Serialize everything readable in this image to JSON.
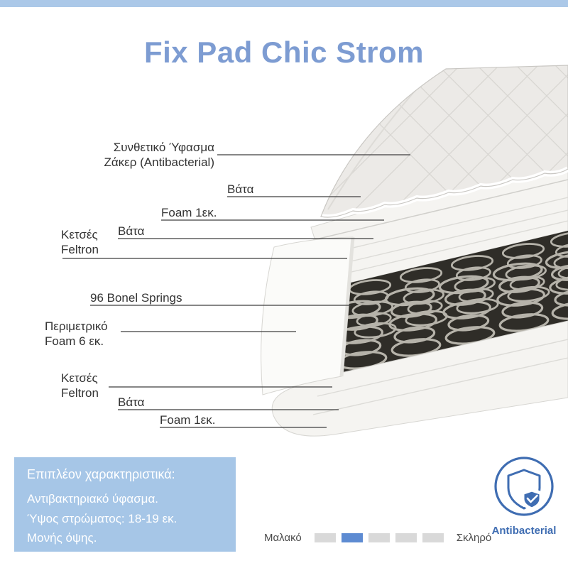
{
  "page": {
    "title": "Fix Pad Chic Strom"
  },
  "callouts": {
    "fabric": {
      "label": "Συνθετικό Ύφασμα\nΖάκερ (Antibacterial)"
    },
    "vata_top": {
      "label": "Βάτα"
    },
    "foam_top": {
      "label": "Foam 1εκ."
    },
    "vata_mid": {
      "label": "Βάτα"
    },
    "feltron_top": {
      "label": "Κετσές\nFeltron"
    },
    "springs": {
      "label": "96 Bonel Springs"
    },
    "perimeter_foam": {
      "label": "Περιμετρικό\nFoam 6 εκ."
    },
    "feltron_bottom": {
      "label": "Κετσές\nFeltron"
    },
    "vata_bottom": {
      "label": "Βάτα"
    },
    "foam_bottom": {
      "label": "Foam 1εκ."
    }
  },
  "info_box": {
    "heading": "Επιπλέον χαρακτηριστικά:",
    "features": [
      "Αντιβακτηριακό ύφασμα.",
      "Ύψος στρώματος: 18-19 εκ.",
      "Μονής όψης."
    ]
  },
  "badge": {
    "label": "Antibacterial"
  },
  "firmness": {
    "left_label": "Μαλακό",
    "right_label": "Σκληρό",
    "levels": 5,
    "active_index": 2
  },
  "colors": {
    "top_bar": "#abc8e8",
    "title_blue": "#7d9cd2",
    "info_box_blue": "#a6c6e7",
    "badge_blue": "#3f6db2",
    "firmness_active": "#5d8bd2",
    "firmness_inactive": "#d9d9d9"
  }
}
